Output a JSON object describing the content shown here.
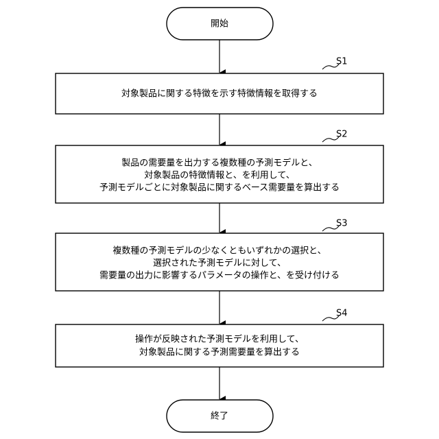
{
  "start": {
    "label": "開始"
  },
  "end": {
    "label": "終了"
  },
  "steps": [
    {
      "id": "S1",
      "lines": [
        "対象製品に関する特徴を示す特徴情報を取得する"
      ]
    },
    {
      "id": "S2",
      "lines": [
        "製品の需要量を出力する複数種の予測モデルと、",
        "対象製品の特徴情報と、を利用して、",
        "予測モデルごとに対象製品に関するベース需要量を算出する"
      ]
    },
    {
      "id": "S3",
      "lines": [
        "複数種の予測モデルの少なくともいずれかの選択と、",
        "選択された予測モデルに対して、",
        "需要量の出力に影響するパラメータの操作と、を受け付ける"
      ]
    },
    {
      "id": "S4",
      "lines": [
        "操作が反映された予測モデルを利用して、",
        "対象製品に関する予測需要量を算出する"
      ]
    }
  ]
}
